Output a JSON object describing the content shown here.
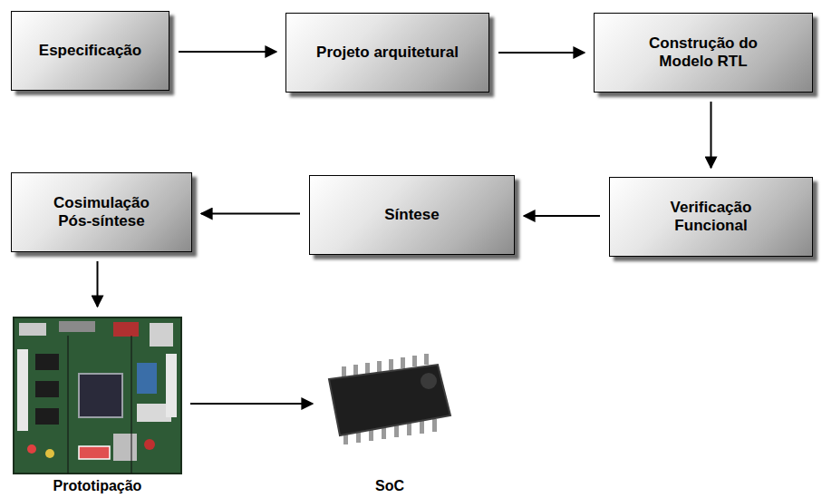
{
  "diagram": {
    "nodes": [
      {
        "text": [
          "Especificação"
        ]
      },
      {
        "text": [
          "Projeto arquitetural"
        ]
      },
      {
        "text": [
          "Construção do Modelo RTL"
        ]
      },
      {
        "text": [
          "Verificação Funcional"
        ]
      },
      {
        "text": [
          "Síntese"
        ]
      },
      {
        "text": [
          "Cosimulação Pós-síntese"
        ]
      },
      {
        "text": [
          "Prototipação"
        ]
      },
      {
        "text": [
          "SoC"
        ]
      }
    ],
    "edges": [
      {
        "from": 0,
        "to": 1,
        "arrow": "to"
      },
      {
        "from": 1,
        "to": 2,
        "arrow": "to"
      },
      {
        "from": 2,
        "to": 3,
        "arrow": "to"
      },
      {
        "from": 3,
        "to": 4,
        "arrow": "to"
      },
      {
        "from": 4,
        "to": 5,
        "arrow": "to"
      },
      {
        "from": 5,
        "to": 6,
        "arrow": "to"
      },
      {
        "from": 6,
        "to": 7,
        "arrow": "to"
      }
    ]
  }
}
